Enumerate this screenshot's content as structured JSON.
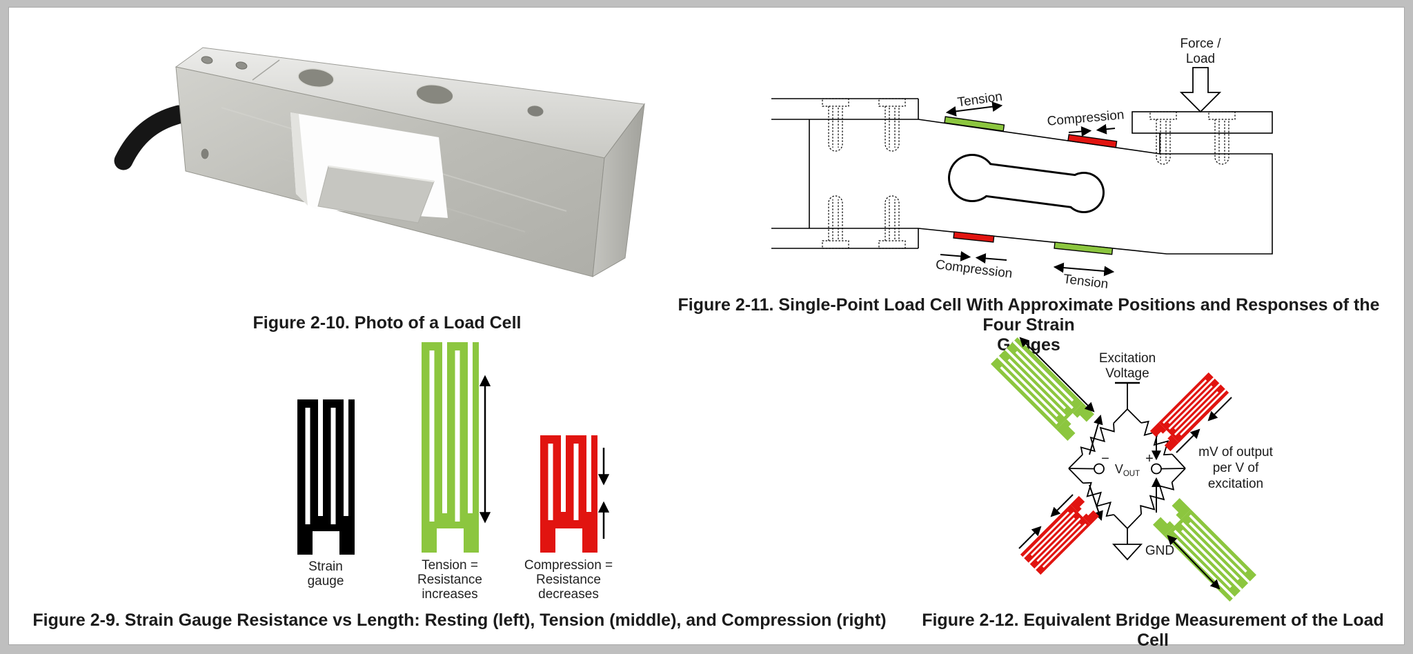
{
  "page": {
    "background": "#bfbfbf",
    "sheet_background": "#ffffff"
  },
  "colors": {
    "green": "#8CC63F",
    "red": "#E11410",
    "black": "#000000"
  },
  "fig_2_10": {
    "caption": "Figure 2-10. Photo of a Load Cell"
  },
  "fig_2_11": {
    "caption_lines": [
      "Figure 2-11. Single-Point Load Cell With Approximate Positions and Responses of the Four Strain",
      "Gauges"
    ],
    "labels": {
      "force_line1": "Force /",
      "force_line2": "Load",
      "tension_top": "Tension",
      "compression_top": "Compression",
      "compression_bottom": "Compression",
      "tension_bottom": "Tension"
    }
  },
  "fig_2_9": {
    "caption": "Figure 2-9. Strain Gauge Resistance vs Length: Resting (left), Tension (middle), and Compression (right)",
    "gauges": [
      {
        "label_lines": [
          "Strain",
          "gauge"
        ]
      },
      {
        "label_lines": [
          "Tension =",
          "Resistance",
          "increases"
        ]
      },
      {
        "label_lines": [
          "Compression =",
          "Resistance",
          "decreases"
        ]
      }
    ]
  },
  "fig_2_12": {
    "caption": "Figure 2-12. Equivalent Bridge Measurement of the Load Cell",
    "labels": {
      "excitation_line1": "Excitation",
      "excitation_line2": "Voltage",
      "vout_main": "V",
      "vout_sub": "OUT",
      "minus": "−",
      "plus": "+",
      "output_line1": "mV of output",
      "output_line2": "per V of",
      "output_line3": "excitation",
      "gnd": "GND"
    }
  }
}
